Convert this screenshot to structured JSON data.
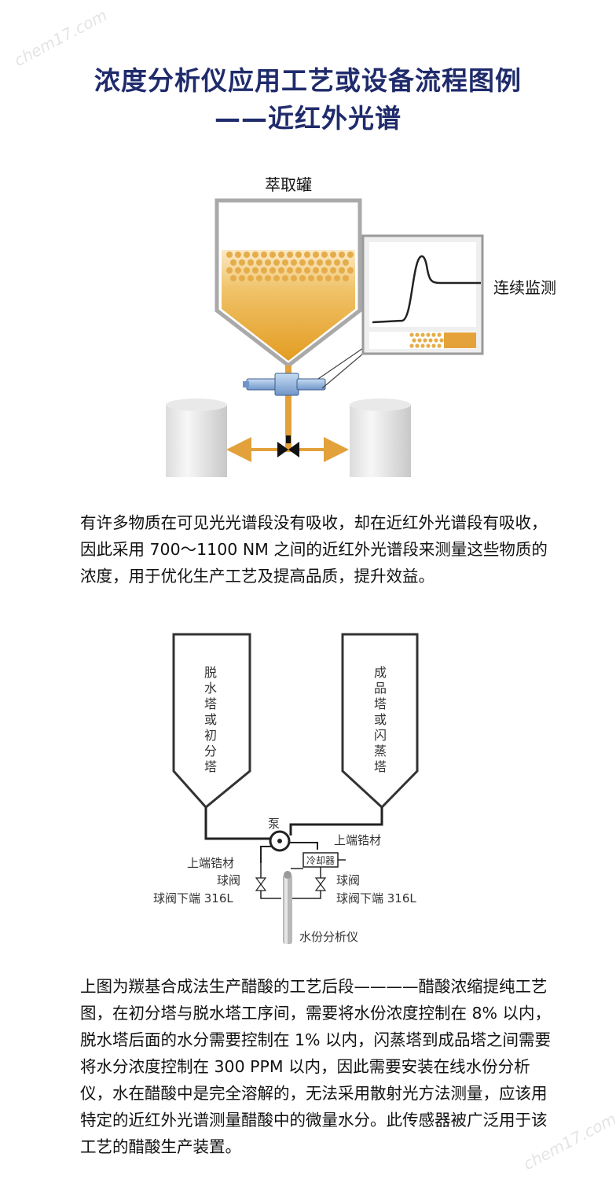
{
  "watermark": "chem17.com",
  "title": {
    "line1": "浓度分析仪应用工艺或设备流程图例",
    "line2": "——近红外光谱"
  },
  "diagram1": {
    "tank_label": "萃取罐",
    "monitor_label": "连续监测"
  },
  "paragraph1": "有许多物质在可见光光谱段没有吸收，却在近红外光谱段有吸收，因此采用 700～1100 NM 之间的近红外光谱段来测量这些物质的浓度，用于优化生产工艺及提高品质，提升效益。",
  "diagram2": {
    "left_tower": [
      "脱",
      "水",
      "塔",
      "或",
      "初",
      "分",
      "塔"
    ],
    "right_tower": [
      "成",
      "品",
      "塔",
      "或",
      "闪",
      "蒸",
      "塔"
    ],
    "pump": "泵",
    "cooler": "冷却器",
    "left_top_material": "上端锆材",
    "left_valve": "球阀",
    "left_bottom": "球阀下端 316L",
    "right_top_material": "上端锆材",
    "right_valve": "球阀",
    "right_bottom": "球阀下端 316L",
    "analyzer": "水份分析仪"
  },
  "paragraph2": "上图为羰基合成法生产醋酸的工艺后段————醋酸浓缩提纯工艺图，在初分塔与脱水塔工序间，需要将水份浓度控制在 8% 以内，脱水塔后面的水分需要控制在 1% 以内，闪蒸塔到成品塔之间需要将水分浓度控制在 300 PPM 以内，因此需要安装在线水份分析仪，水在醋酸中是完全溶解的，无法采用散射光方法测量，应该用特定的近红外光谱测量醋酸中的微量水分。此传感器被广泛用于该工艺的醋酸生产装置。",
  "colors": {
    "title": "#1f2b6b",
    "liquid": "#e8a52a",
    "pipe_arrow": "#e2a13a",
    "sensor": "#8fb0dc"
  }
}
